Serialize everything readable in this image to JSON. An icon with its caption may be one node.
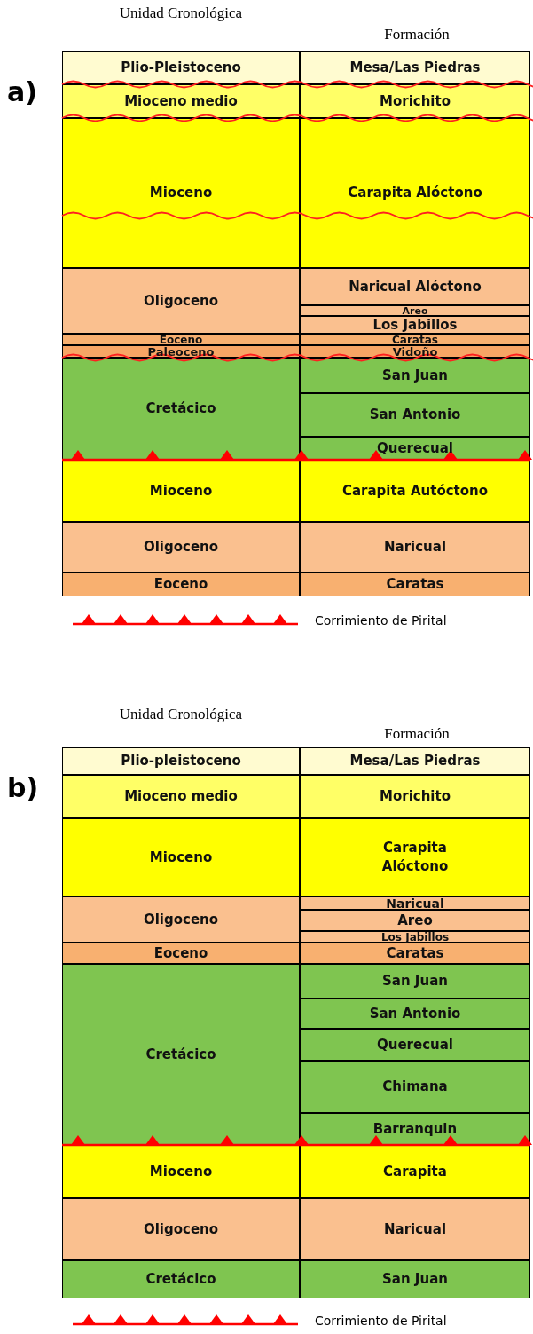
{
  "diagram": {
    "nodes": [
      {
        "text": [
          "Plio-Pleistoceno"
        ]
      },
      {
        "text": [
          "Mesa/Las Piedras"
        ]
      },
      {
        "text": [
          "Mioceno medio"
        ]
      },
      {
        "text": [
          "Morichito"
        ]
      },
      {
        "text": [
          "Mioceno"
        ]
      },
      {
        "text": [
          "Carapita Alóctono"
        ]
      },
      {
        "text": [
          "Oligoceno"
        ]
      },
      {
        "text": [
          "Naricual Alóctono"
        ]
      },
      {
        "text": [
          "Areo"
        ]
      },
      {
        "text": [
          "Los Jabillos"
        ]
      },
      {
        "text": [
          "Eoceno"
        ]
      },
      {
        "text": [
          "Caratas"
        ]
      },
      {
        "text": [
          "Paleoceno"
        ]
      },
      {
        "text": [
          "Vidoño"
        ]
      },
      {
        "text": [
          "Cretácico"
        ]
      },
      {
        "text": [
          "San Juan"
        ]
      },
      {
        "text": [
          "San Antonio"
        ]
      },
      {
        "text": [
          "Querecual"
        ]
      },
      {
        "text": [
          "Mioceno"
        ]
      },
      {
        "text": [
          "Carapita Autóctono"
        ]
      },
      {
        "text": [
          "Oligoceno"
        ]
      },
      {
        "text": [
          "Naricual"
        ]
      },
      {
        "text": [
          "Eoceno"
        ]
      },
      {
        "text": [
          "Caratas"
        ]
      },
      {
        "text": [
          "Plio-pleistoceno"
        ]
      },
      {
        "text": [
          "Mesa/Las Piedras"
        ]
      },
      {
        "text": [
          "Mioceno medio"
        ]
      },
      {
        "text": [
          "Morichito"
        ]
      },
      {
        "text": [
          "Mioceno"
        ]
      },
      {
        "text": [
          "Carapita Alóctono"
        ]
      },
      {
        "text": [
          "Oligoceno"
        ]
      },
      {
        "text": [
          "Naricual"
        ]
      },
      {
        "text": [
          "Areo"
        ]
      },
      {
        "text": [
          "Los Jabillos"
        ]
      },
      {
        "text": [
          "Eoceno"
        ]
      },
      {
        "text": [
          "Caratas"
        ]
      },
      {
        "text": [
          "Cretácico"
        ]
      },
      {
        "text": [
          "San Juan"
        ]
      },
      {
        "text": [
          "San Antonio"
        ]
      },
      {
        "text": [
          "Querecual"
        ]
      },
      {
        "text": [
          "Chimana"
        ]
      },
      {
        "text": [
          "Barranquin"
        ]
      },
      {
        "text": [
          "Mioceno"
        ]
      },
      {
        "text": [
          "Carapita"
        ]
      },
      {
        "text": [
          "Oligoceno"
        ]
      },
      {
        "text": [
          "Naricual"
        ]
      },
      {
        "text": [
          "Cretácico"
        ]
      },
      {
        "text": [
          "San Juan"
        ]
      }
    ],
    "labels": [
      "Unidad Cronológica",
      "Formación",
      "a)",
      "Unidad Cronológica",
      "Formación",
      "b)"
    ],
    "legend": [
      {
        "text": "Corrimiento de Pirital"
      },
      {
        "text": "Corrimiento de Pirital"
      }
    ]
  }
}
